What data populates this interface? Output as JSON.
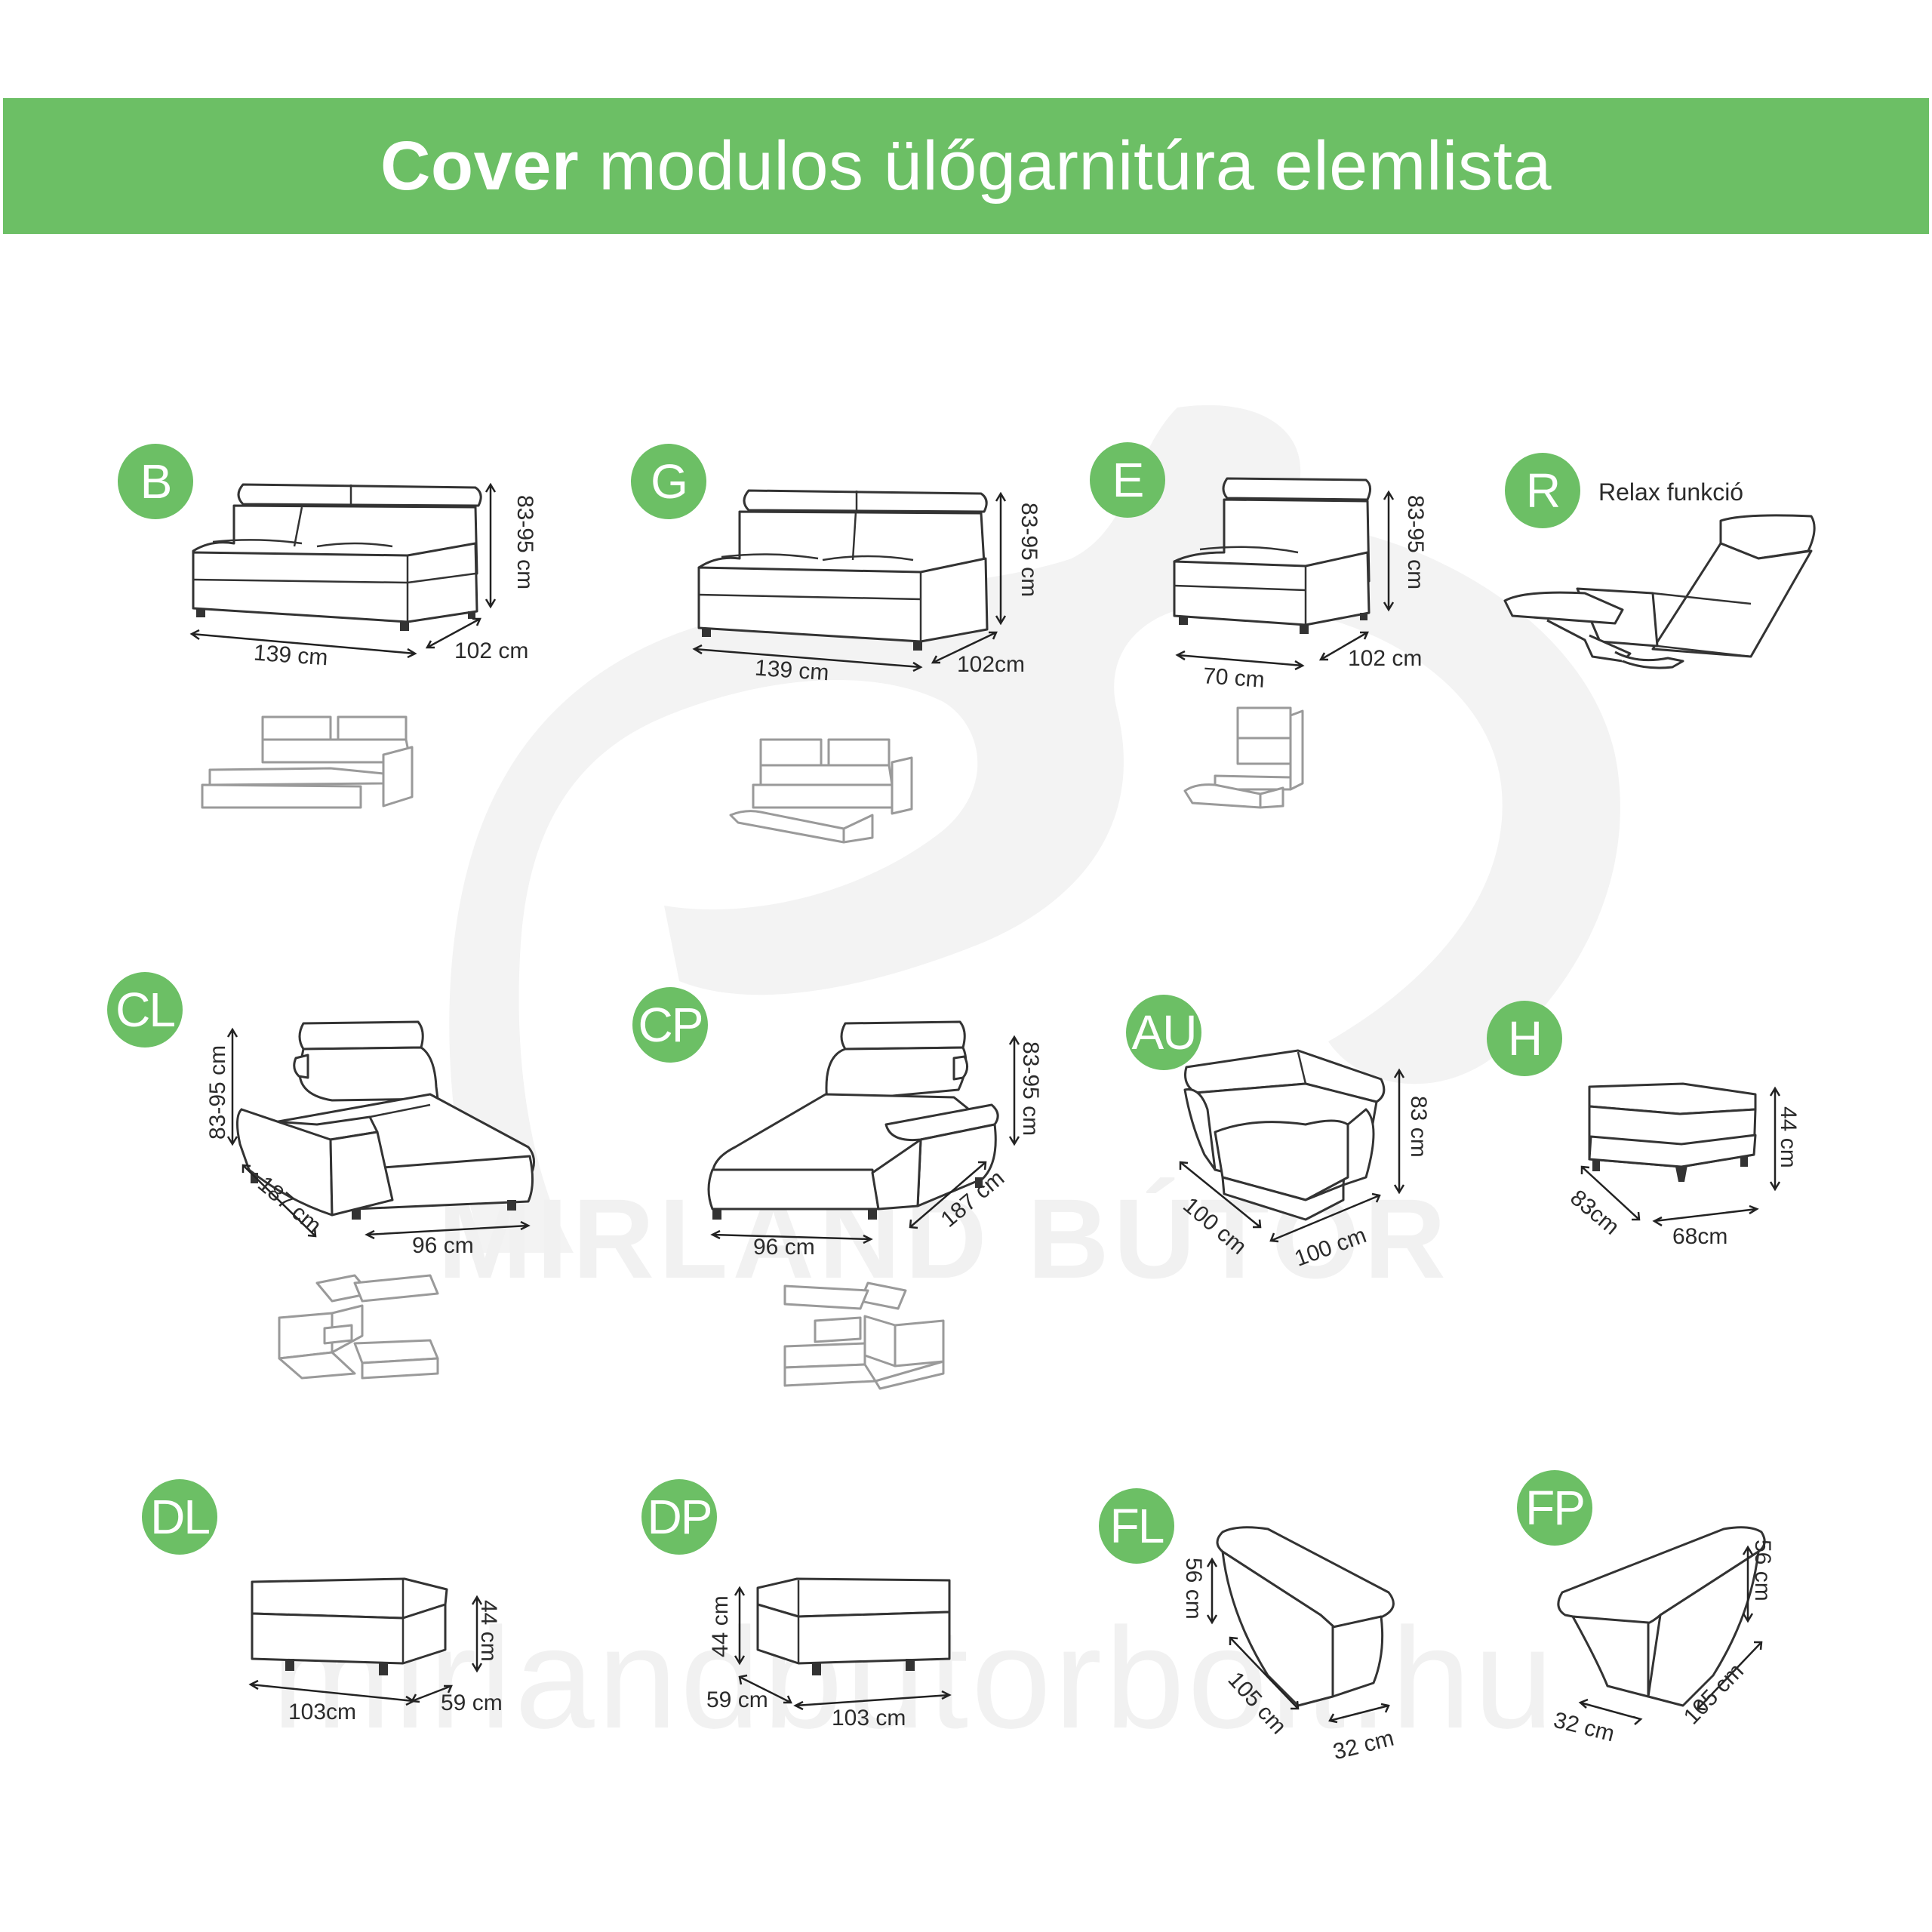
{
  "header": {
    "title_bold": "Cover",
    "title_rest": " modulos ülőgarnitúra elemlista"
  },
  "colors": {
    "accent": "#6cbf65",
    "banner_text": "#ffffff",
    "watermark": "#f1f1f1"
  },
  "watermark": {
    "brand": "MIRLAND BÚTOR",
    "site": "mirlandbutorbolt.hu"
  },
  "modules": {
    "B": {
      "code": "B",
      "width": "139 cm",
      "depth": "102 cm",
      "height": "83-95 cm"
    },
    "G": {
      "code": "G",
      "width": "139 cm",
      "depth": "102cm",
      "height": "83-95 cm"
    },
    "E": {
      "code": "E",
      "width": "70 cm",
      "depth": "102 cm",
      "height": "83-95 cm"
    },
    "R": {
      "code": "R",
      "note": "Relax funkció"
    },
    "CL": {
      "code": "CL",
      "height": "83-95 cm",
      "length": "187 cm",
      "width": "96 cm"
    },
    "CP": {
      "code": "CP",
      "height": "83-95 cm",
      "length": "187 cm",
      "width": "96 cm"
    },
    "AU": {
      "code": "AU",
      "height": "83 cm",
      "side_a": "100 cm",
      "side_b": "100 cm"
    },
    "H": {
      "code": "H",
      "height": "44 cm",
      "depth": "83cm",
      "width": "68cm"
    },
    "DL": {
      "code": "DL",
      "width": "103cm",
      "depth": "59 cm",
      "height": "44 cm"
    },
    "DP": {
      "code": "DP",
      "width": "103 cm",
      "depth": "59 cm",
      "height": "44 cm"
    },
    "FL": {
      "code": "FL",
      "height": "56 cm",
      "length": "105 cm",
      "width": "32 cm"
    },
    "FP": {
      "code": "FP",
      "height": "56 cm",
      "length": "105 cm",
      "width": "32 cm"
    }
  }
}
